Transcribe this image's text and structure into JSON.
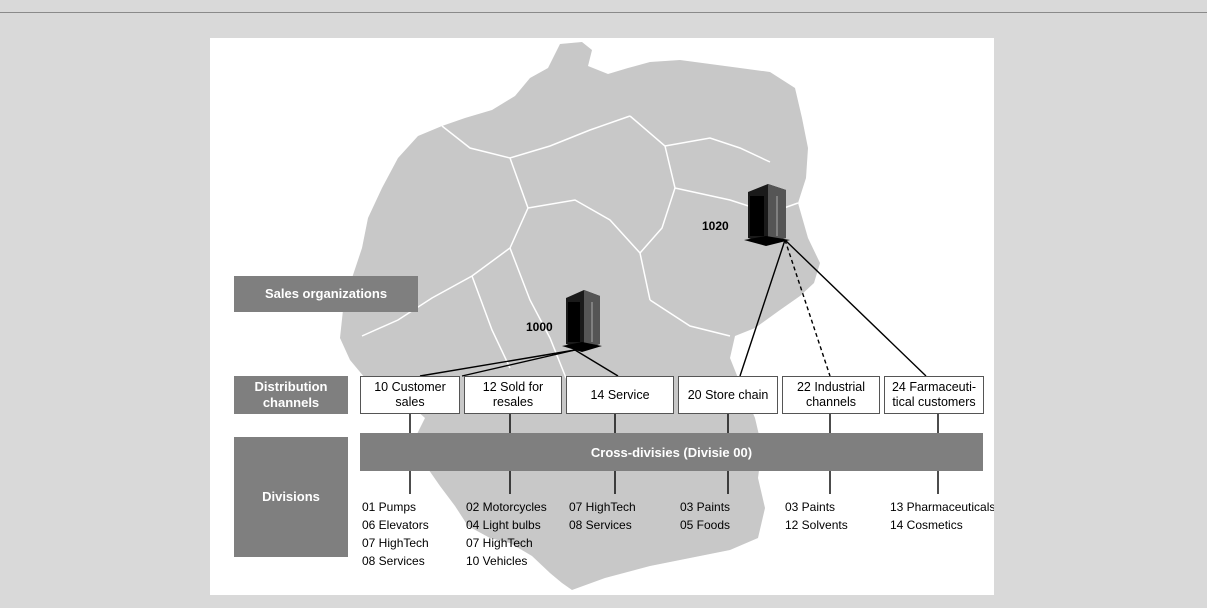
{
  "labels": {
    "sales_organizations": "Sales organizations",
    "distribution_channels": "Distribution channels",
    "divisions": "Divisions"
  },
  "organizations": [
    {
      "code": "1000"
    },
    {
      "code": "1020"
    }
  ],
  "channels": [
    {
      "label": "10 Customer sales"
    },
    {
      "label": "12 Sold for resales"
    },
    {
      "label": "14 Service"
    },
    {
      "label": "20 Store chain"
    },
    {
      "label": "22 Industrial channels"
    },
    {
      "label": "24 Farmaceuti-tical customers"
    }
  ],
  "cross_division": "Cross-divisies (Divisie 00)",
  "division_lists": [
    [
      "01 Pumps",
      "06 Elevators",
      "07 HighTech",
      "08 Services"
    ],
    [
      "02 Motorcycles",
      "04 Light bulbs",
      "07 HighTech",
      "10 Vehicles"
    ],
    [
      "07 HighTech",
      "08 Services"
    ],
    [
      "03 Paints",
      "05 Foods"
    ],
    [
      "03 Paints",
      "12 Solvents"
    ],
    [
      "13 Pharmaceuticals",
      "14 Cosmetics"
    ]
  ],
  "icons": [
    "germany-map",
    "server-icon"
  ],
  "colors": {
    "label_gray": "#7f7f7f",
    "map_gray": "#c8c8c8",
    "background": "#d9d9d9"
  }
}
